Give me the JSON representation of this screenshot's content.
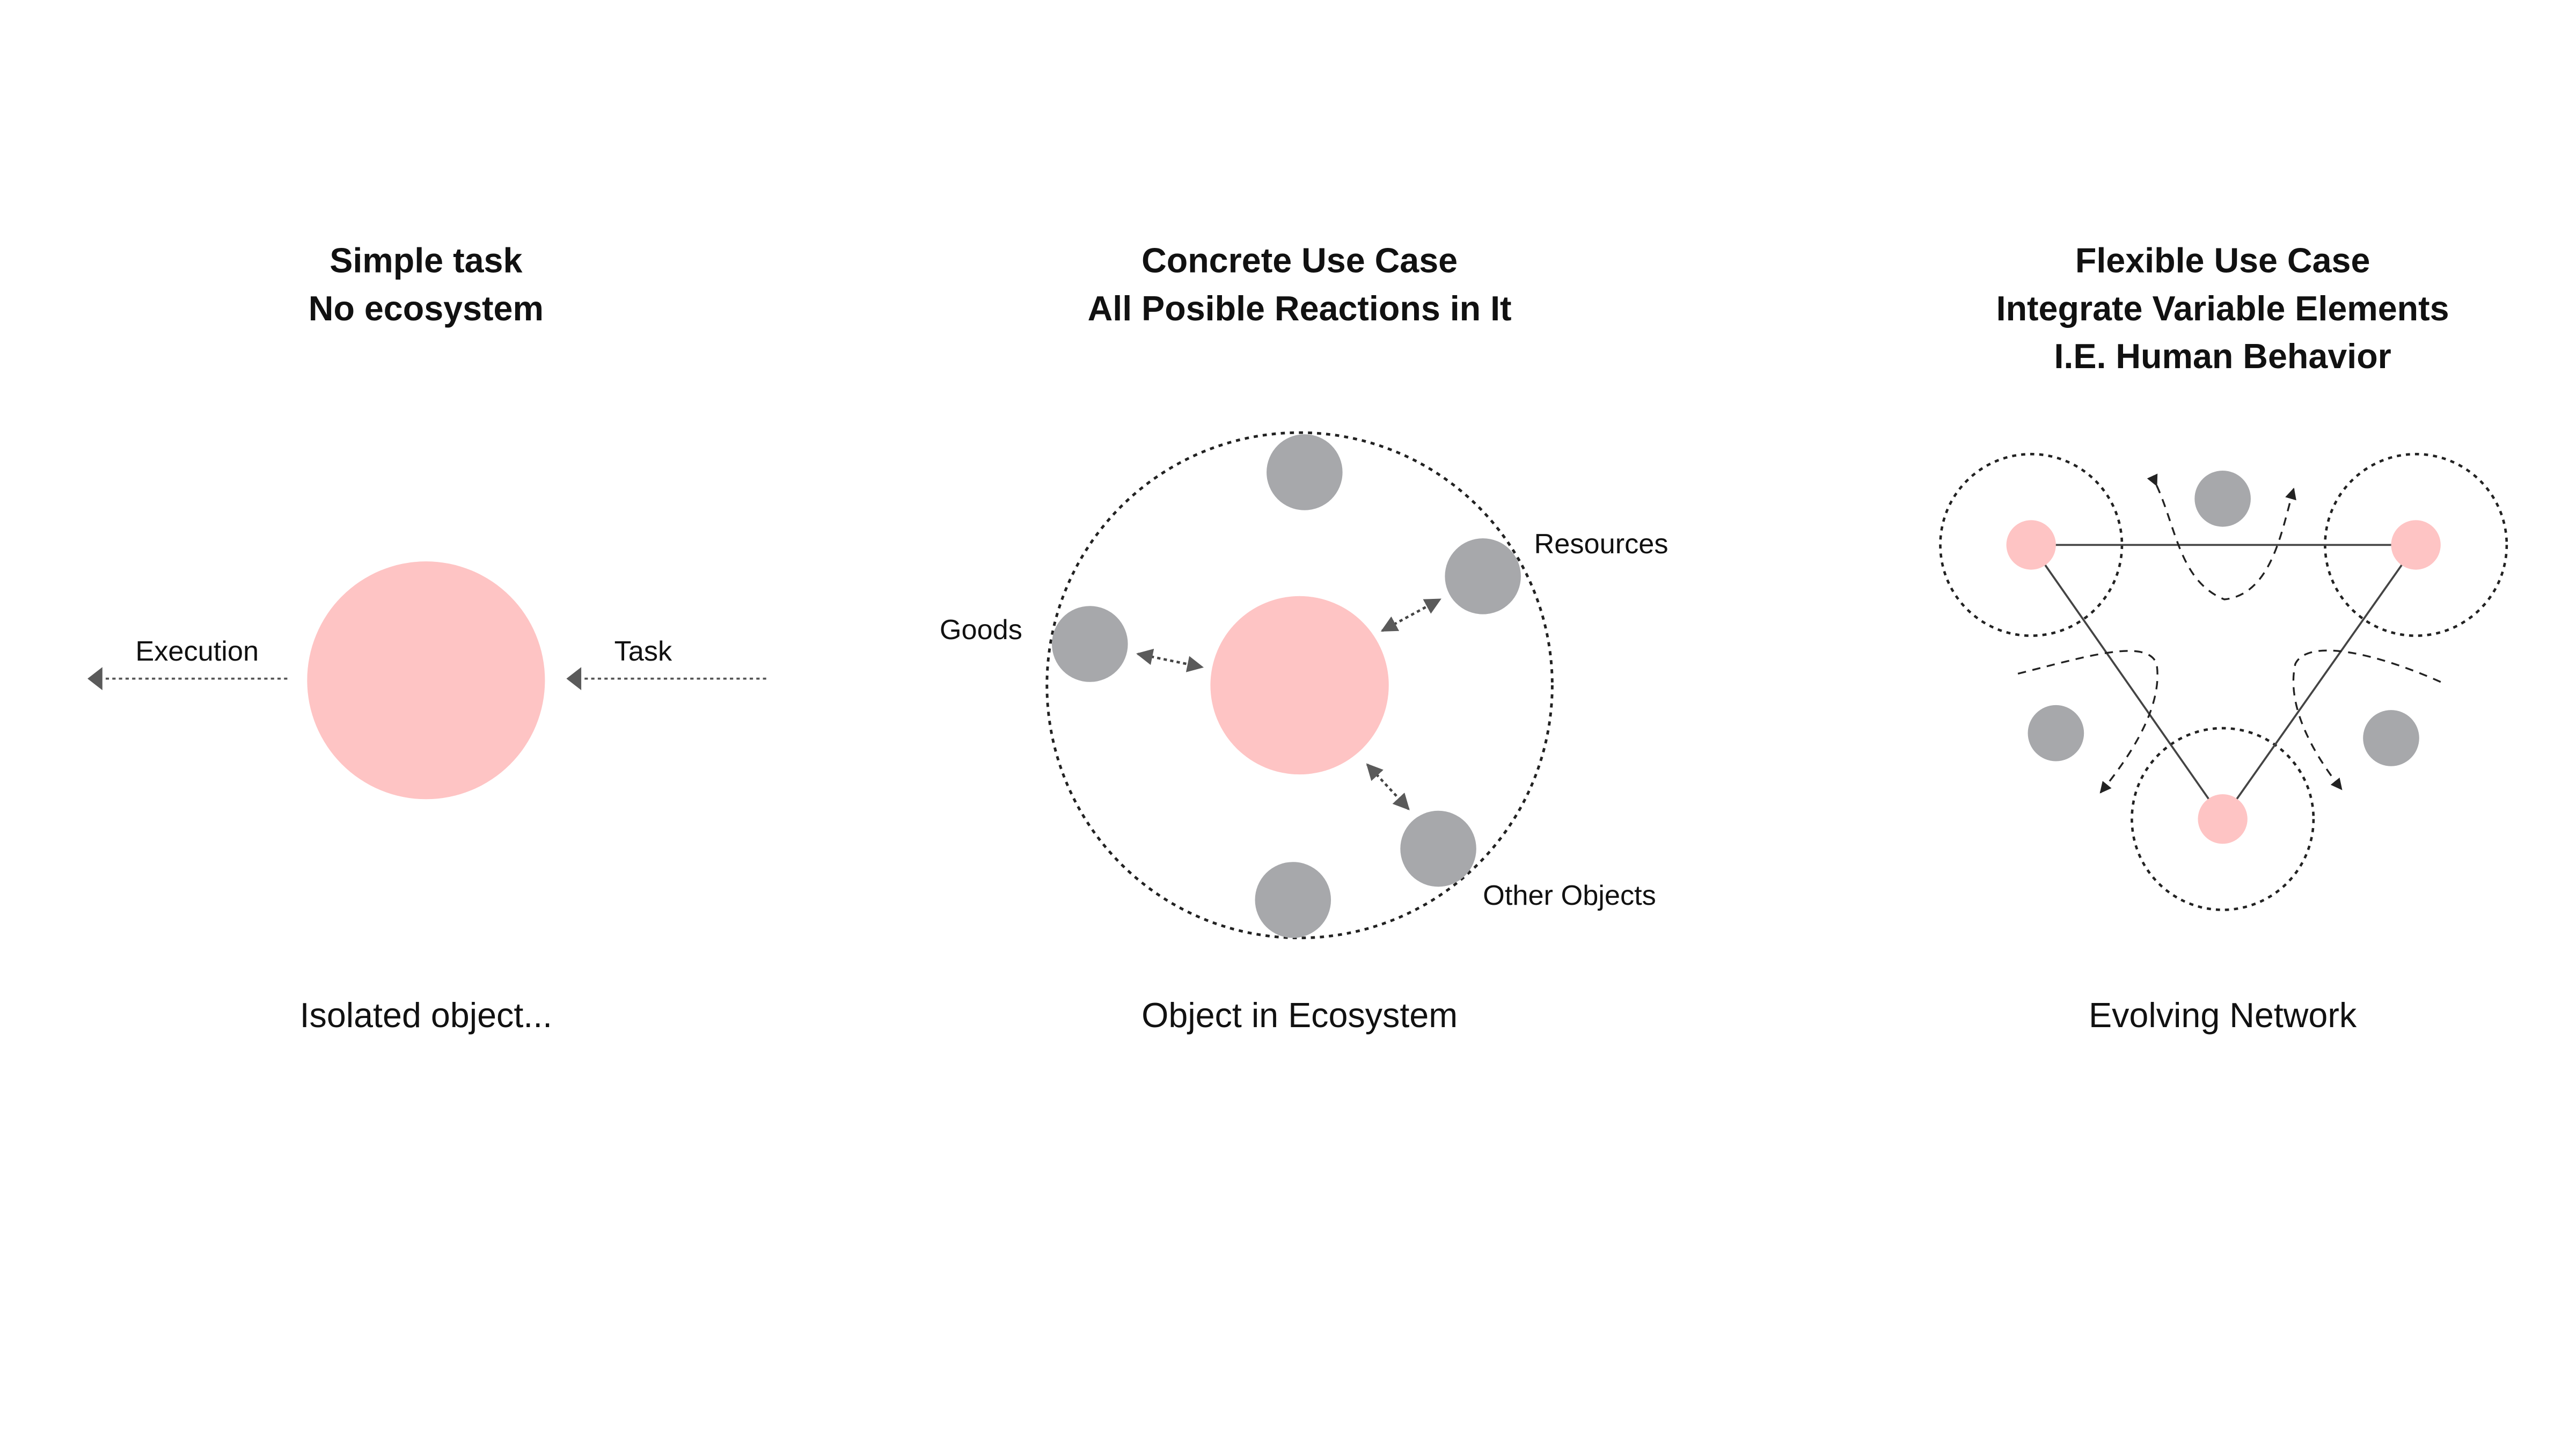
{
  "panel_isolated": {
    "title_line1": "Simple task",
    "title_line2": "No ecosystem",
    "label_execution": "Execution",
    "label_task": "Task",
    "caption": "Isolated object..."
  },
  "panel_ecosystem": {
    "title_line1": "Concrete Use Case",
    "title_line2": "All Posible Reactions in It",
    "label_goods": "Goods",
    "label_resources": "Resources",
    "label_other": "Other Objects",
    "caption": "Object in Ecosystem"
  },
  "panel_network": {
    "title_line1": "Flexible Use Case",
    "title_line2": "Integrate Variable Elements",
    "title_line3": "I.E. Human Behavior",
    "caption": "Evolving Network"
  },
  "colors": {
    "object_pink": "#FEC4C4",
    "element_gray": "#A7A8AB",
    "line_dark": "#333333",
    "arrow_gray": "#5A5A5A"
  }
}
